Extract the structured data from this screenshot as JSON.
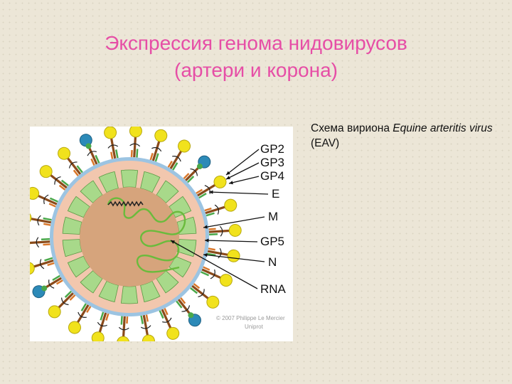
{
  "slide": {
    "title_line1": "Экспрессия генома нидовирусов",
    "title_line2": "(артери и корона)"
  },
  "caption": {
    "prefix": "Схема вириона ",
    "species_italic": "Equine arteritis virus",
    "suffix": " (EAV)"
  },
  "diagram": {
    "labels": [
      "GP2",
      "GP3",
      "GP4",
      "E",
      "M",
      "GP5",
      "N",
      "RNA"
    ],
    "copyright_line1": "© 2007 Philippe Le Mercier",
    "copyright_line2": "Uniprot",
    "colors": {
      "core": "#d6a47c",
      "capsid": "#a8d98a",
      "membrane": "#f2c7ae",
      "envelope": "#9cc4e2",
      "gp_yellow": "#f1e21c",
      "gp_blue": "#2c8ab8",
      "rna": "#6abb3c"
    }
  }
}
